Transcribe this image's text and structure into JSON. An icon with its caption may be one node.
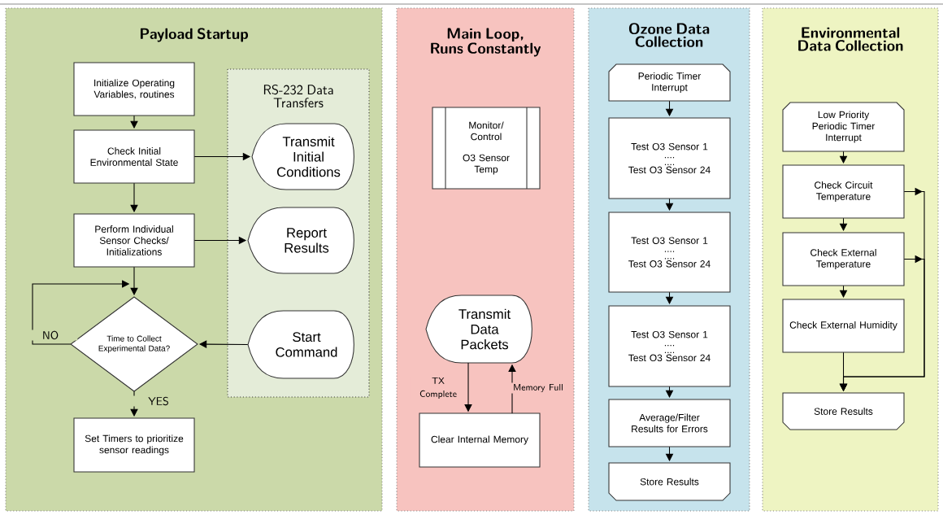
{
  "diagram": {
    "nodes": [
      {
        "text": [
          "Payload Startup"
        ]
      },
      {
        "text": [
          "RS-232 Data Transfers"
        ],
        "in": 0
      },
      {
        "text": [
          "Initialize Operating Variables, routines"
        ],
        "in": 0
      },
      {
        "text": [
          "Check Initial Environmental State"
        ],
        "in": 0
      },
      {
        "text": [
          "Transmit Initial Conditions"
        ],
        "in": 1
      },
      {
        "text": [
          "Perform Individual Sensor Checks/ Initializations"
        ],
        "in": 0
      },
      {
        "text": [
          "Report Results"
        ],
        "in": 1
      },
      {
        "text": [
          "Time to Collect Experimental Data?"
        ],
        "in": 0
      },
      {
        "text": [
          "Start Command"
        ],
        "in": 1
      },
      {
        "text": [
          "Set Timers to prioritize sensor readings"
        ],
        "in": 0
      },
      {
        "text": [
          "Main Loop, Runs Constantly"
        ]
      },
      {
        "text": [
          "Monitor/ Control",
          "O3 Sensor Temp"
        ],
        "in": 10
      },
      {
        "text": [
          "Transmit Data Packets"
        ],
        "in": 10
      },
      {
        "text": [
          "Clear Internal Memory"
        ],
        "in": 10
      },
      {
        "text": [
          "Ozone Data Collection"
        ]
      },
      {
        "text": [
          "Periodic Timer Interrupt"
        ],
        "in": 14
      },
      {
        "text": [
          "Test O3 Sensor 1",
          "....",
          "....",
          "Test O3 Sensor 24"
        ],
        "in": 14
      },
      {
        "text": [
          "Test O3 Sensor 1",
          "....",
          "....",
          "Test O3 Sensor 24"
        ],
        "in": 14
      },
      {
        "text": [
          "Test O3 Sensor 1",
          "....",
          "....",
          "Test O3 Sensor 24"
        ],
        "in": 14
      },
      {
        "text": [
          "Average/Filter Results for Errors"
        ],
        "in": 14
      },
      {
        "text": [
          "Store Results"
        ],
        "in": 14
      },
      {
        "text": [
          "Environmental Data Collection"
        ]
      },
      {
        "text": [
          "Low Priority Periodic Timer Interrupt"
        ],
        "in": 21
      },
      {
        "text": [
          "Check Circuit Temperature"
        ],
        "in": 21
      },
      {
        "text": [
          "Check External Temperature"
        ],
        "in": 21
      },
      {
        "text": [
          "Check External Humidity"
        ],
        "in": 21
      },
      {
        "text": [
          "Store Results"
        ],
        "in": 21
      }
    ],
    "edges": [
      {
        "from": 2,
        "to": 3,
        "arrow": "to"
      },
      {
        "from": 3,
        "to": 4,
        "arrow": "to"
      },
      {
        "from": 3,
        "to": 5,
        "arrow": "to"
      },
      {
        "from": 5,
        "to": 6,
        "arrow": "to"
      },
      {
        "from": 5,
        "to": 7,
        "arrow": "to"
      },
      {
        "from": 7,
        "to": 7,
        "arrow": "to",
        "label": "NO"
      },
      {
        "from": 7,
        "to": 9,
        "arrow": "to",
        "label": "YES"
      },
      {
        "from": 8,
        "to": 7,
        "arrow": "to"
      },
      {
        "from": 12,
        "to": 13,
        "arrow": "to",
        "label": "TX Complete"
      },
      {
        "from": 13,
        "to": 12,
        "arrow": "to",
        "label": "Memory Full"
      },
      {
        "from": 15,
        "to": 16,
        "arrow": "to"
      },
      {
        "from": 16,
        "to": 17,
        "arrow": "to"
      },
      {
        "from": 17,
        "to": 18,
        "arrow": "to"
      },
      {
        "from": 18,
        "to": 19,
        "arrow": "to"
      },
      {
        "from": 19,
        "to": 20,
        "arrow": "to"
      },
      {
        "from": 22,
        "to": 23,
        "arrow": "to"
      },
      {
        "from": 23,
        "to": 24,
        "arrow": "to"
      },
      {
        "from": 24,
        "to": 25,
        "arrow": "to"
      },
      {
        "from": 23,
        "to": 26,
        "arrow": "to"
      },
      {
        "from": 24,
        "to": 26,
        "arrow": "to"
      },
      {
        "from": 25,
        "to": 26,
        "arrow": "to"
      }
    ]
  }
}
